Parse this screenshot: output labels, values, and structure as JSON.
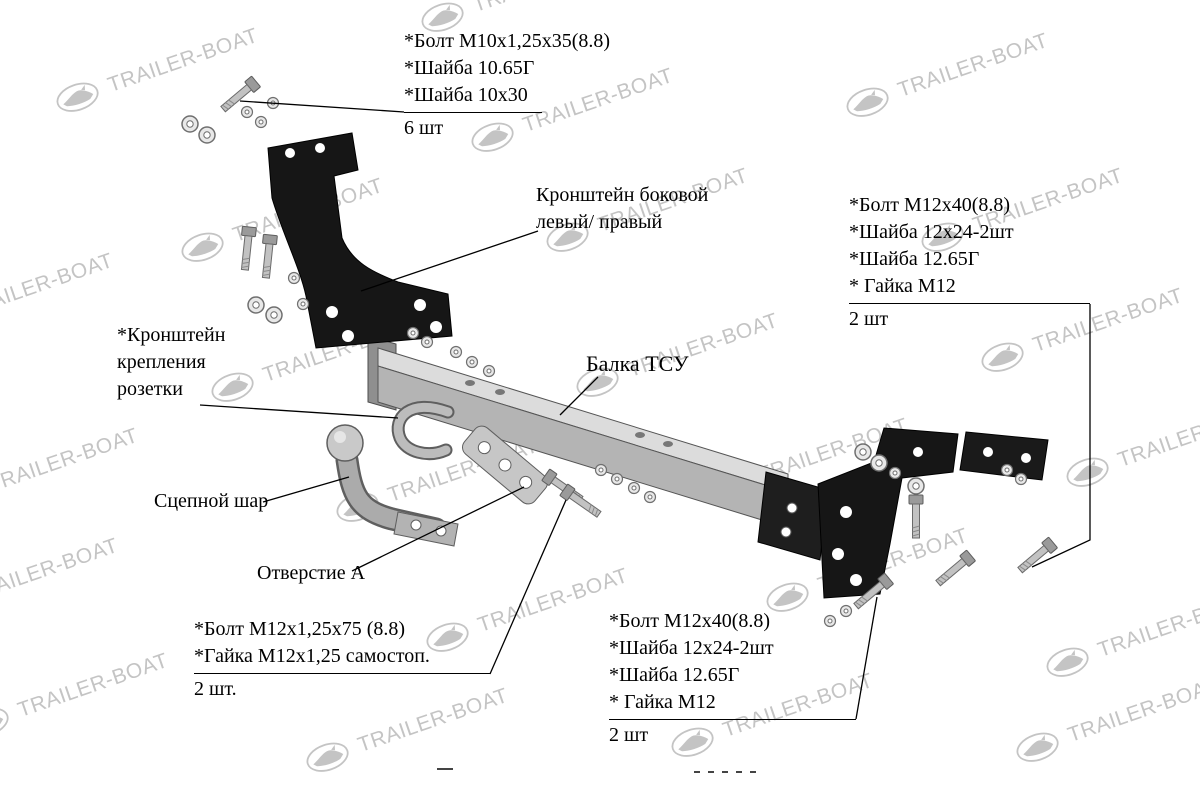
{
  "watermark": {
    "text": "TRAILER-BOAT"
  },
  "labels": {
    "top_kit": {
      "line1": "*Болт М10х1,25х35(8.8)",
      "line2": "*Шайба 10.65Г",
      "line3": "*Шайба 10х30",
      "qty": "6 шт"
    },
    "side_bracket": {
      "line1": "Кронштейн боковой",
      "line2": "левый/ правый"
    },
    "right_kit": {
      "line1": "*Болт М12х40(8.8)",
      "line2": "*Шайба 12х24-2шт",
      "line3": "*Шайба 12.65Г",
      "line4": "* Гайка М12",
      "qty": "2 шт"
    },
    "socket_bracket": {
      "line1": "*Кронштейн",
      "line2": "крепления",
      "line3": "розетки"
    },
    "beam": {
      "text": "Балка ТСУ"
    },
    "hitch_ball": {
      "text": "Сцепной шар"
    },
    "hole_a": {
      "text": "Отверстие А"
    },
    "bottom_left_kit": {
      "line1": "*Болт М12х1,25х75 (8.8)",
      "line2": "*Гайка М12х1,25  самостоп.",
      "qty": "2 шт."
    },
    "bottom_right_kit": {
      "line1": "*Болт М12х40(8.8)",
      "line2": "*Шайба 12х24-2шт",
      "line3": "*Шайба 12.65Г",
      "line4": "* Гайка М12",
      "qty": "2 шт"
    }
  }
}
